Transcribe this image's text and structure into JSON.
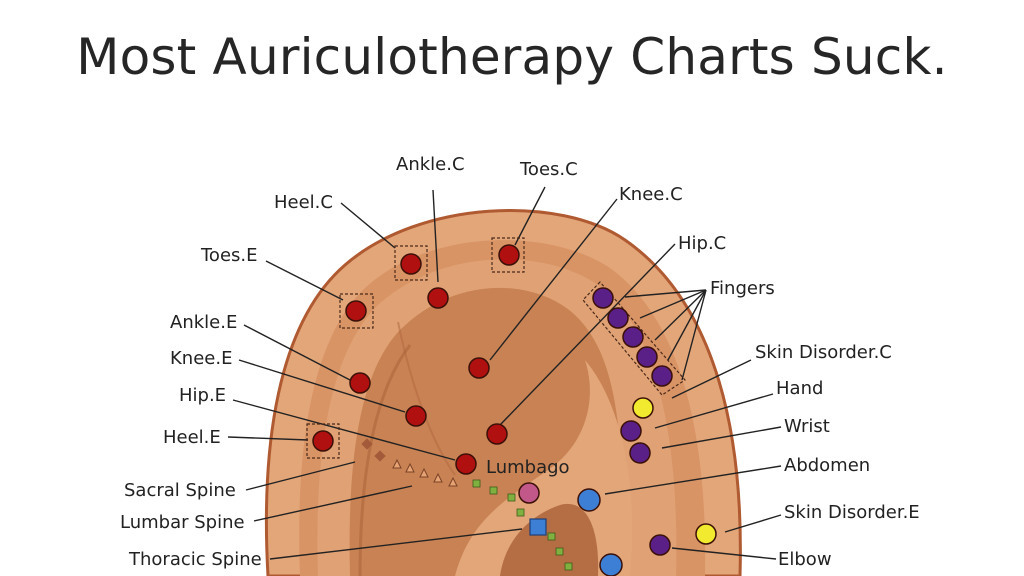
{
  "title": "Most Auriculotherapy Charts Suck.",
  "colors": {
    "background": "#ffffff",
    "ear_outer": "#e3a679",
    "ear_rim": "#b05a32",
    "ear_helix_channel": "#d99466",
    "ear_inner": "#c98253",
    "ear_shadow": "#b0693f",
    "point_red": "#b01010",
    "point_purple": "#5a2088",
    "point_yellow": "#f2ea2e",
    "point_blue": "#3d7fd4",
    "point_pink": "#c2588a",
    "spine_brown": "#a35a3a",
    "spine_green": "#7fb040"
  },
  "labels": {
    "ankle_c": "Ankle.C",
    "toes_c": "Toes.C",
    "heel_c": "Heel.C",
    "knee_c": "Knee.C",
    "hip_c": "Hip.C",
    "toes_e": "Toes.E",
    "fingers": "Fingers",
    "ankle_e": "Ankle.E",
    "skin_disorder_c": "Skin Disorder.C",
    "knee_e": "Knee.E",
    "hand": "Hand",
    "hip_e": "Hip.E",
    "wrist": "Wrist",
    "heel_e": "Heel.E",
    "lumbago": "Lumbago",
    "abdomen": "Abdomen",
    "sacral_spine": "Sacral Spine",
    "skin_disorder_e": "Skin Disorder.E",
    "lumbar_spine": "Lumbar Spine",
    "thoracic_spine": "Thoracic Spine",
    "elbow": "Elbow"
  }
}
